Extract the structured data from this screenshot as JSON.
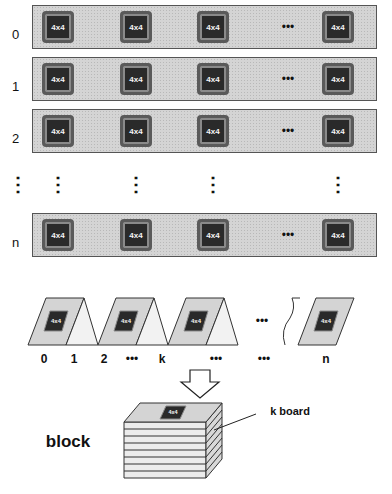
{
  "diagram": {
    "nodes": [
      {
        "text": [
          "0"
        ]
      },
      {
        "text": [
          "4x4"
        ],
        "in": 0
      },
      {
        "text": [
          "4x4"
        ],
        "in": 0
      },
      {
        "text": [
          "4x4"
        ],
        "in": 0
      },
      {
        "text": [
          "4x4"
        ],
        "in": 0
      },
      {
        "text": [
          "1"
        ]
      },
      {
        "text": [
          "4x4"
        ],
        "in": 5
      },
      {
        "text": [
          "4x4"
        ],
        "in": 5
      },
      {
        "text": [
          "4x4"
        ],
        "in": 5
      },
      {
        "text": [
          "4x4"
        ],
        "in": 5
      },
      {
        "text": [
          "2"
        ]
      },
      {
        "text": [
          "4x4"
        ],
        "in": 10
      },
      {
        "text": [
          "4x4"
        ],
        "in": 10
      },
      {
        "text": [
          "4x4"
        ],
        "in": 10
      },
      {
        "text": [
          "4x4"
        ],
        "in": 10
      },
      {
        "text": [
          "n"
        ]
      },
      {
        "text": [
          "4x4"
        ],
        "in": 15
      },
      {
        "text": [
          "4x4"
        ],
        "in": 15
      },
      {
        "text": [
          "4x4"
        ],
        "in": 15
      },
      {
        "text": [
          "4x4"
        ],
        "in": 15
      }
    ],
    "labels": [
      "•••",
      "•••",
      "•••",
      "•••",
      "⋮",
      "⋮",
      "⋮",
      "⋮",
      "⋮",
      "4x4",
      "4x4",
      "4x4",
      "4x4",
      "•••",
      "0",
      "1",
      "2",
      "•••",
      "k",
      "•••",
      "•••",
      "n",
      "4x4",
      "block",
      "k board"
    ]
  }
}
